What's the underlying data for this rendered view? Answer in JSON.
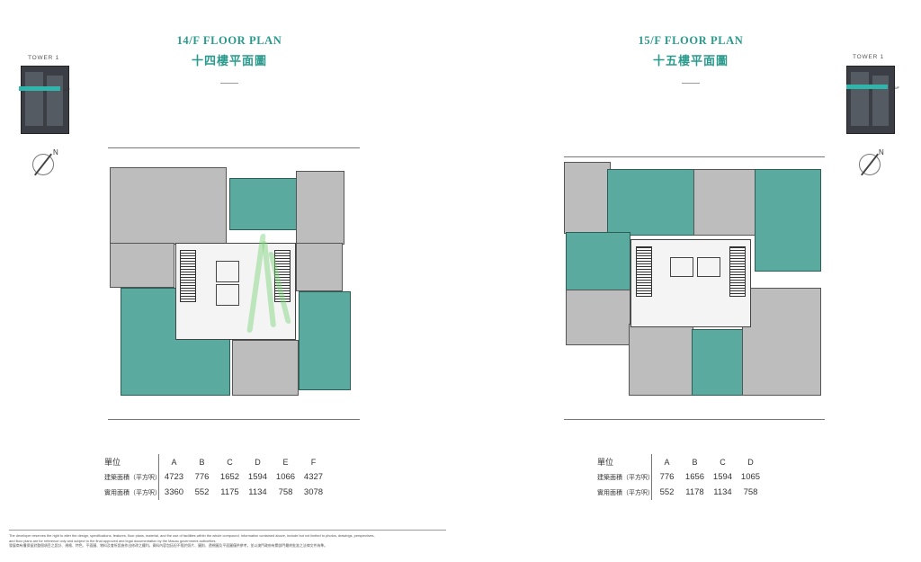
{
  "left": {
    "title_en": "14/F FLOOR PLAN",
    "title_zh": "十四樓平面圖",
    "tower_label": "TOWER 1",
    "floor_tag": "14/F",
    "compass_label": "N",
    "table": {
      "header": "單位",
      "units": [
        "A",
        "B",
        "C",
        "D",
        "E",
        "F"
      ],
      "rows": [
        {
          "label": "建築面積（平方呎）",
          "values": [
            "4723",
            "776",
            "1652",
            "1594",
            "1066",
            "4327"
          ]
        },
        {
          "label": "實用面積（平方呎）",
          "values": [
            "3360",
            "552",
            "1175",
            "1134",
            "758",
            "3078"
          ]
        }
      ]
    }
  },
  "right": {
    "title_en": "15/F FLOOR PLAN",
    "title_zh": "十五樓平面圖",
    "tower_label": "TOWER 1",
    "floor_tag": "15/F",
    "compass_label": "N",
    "table": {
      "header": "單位",
      "units": [
        "A",
        "B",
        "C",
        "D"
      ],
      "rows": [
        {
          "label": "建築面積（平方呎）",
          "values": [
            "776",
            "1656",
            "1594",
            "1065"
          ]
        },
        {
          "label": "實用面積（平方呎）",
          "values": [
            "552",
            "1178",
            "1134",
            "758"
          ]
        }
      ]
    }
  },
  "disclaimer": {
    "line1": "The developer reserves the right to alter the design, specifications, features, floor plans, material, and the use of facilities within the whole compound. Information contained above, include but not limited to photos, drawings, perspectives,",
    "line2": "and floor plans are for reference only and subject to the final approved and legal documentation by the Macau government authorities.",
    "line3": "發展商有權保留對整個項目之設計、規格、特色、平面圖、物料及會所設施作出修改之權利。資料內容包括但不限於照片、圖則、透視圖及平面圖僅供參考，並以澳門政府有關部門最終批准之法律文件為準。"
  },
  "colors": {
    "accent": "#2a9a8d",
    "unit_teal": "#5aaaa0",
    "unit_grey": "#bdbdbd"
  }
}
